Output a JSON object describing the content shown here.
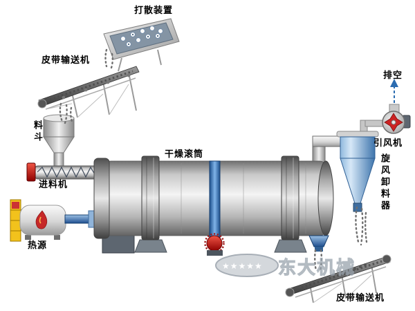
{
  "labels": {
    "scatter_device": "打散装置",
    "belt_conveyor_top": "皮带输送机",
    "hopper": "料斗",
    "feeder": "进料机",
    "heat_source": "热源",
    "drying_drum": "干燥滚筒",
    "cyclone_discharger": "旋风卸料器",
    "induced_draft_fan": "引风机",
    "exhaust": "排空",
    "belt_conveyor_bottom": "皮带输送机"
  },
  "watermark": {
    "text": "东大机械",
    "stars": "★★★★★"
  },
  "colors": {
    "flame_red": "#c62828",
    "gear_red": "#cc2222",
    "pipe_blue": "#2b5f9e",
    "cyclone_blue": "#4a80b8",
    "frame_yellow": "#f2c21c",
    "machine_gray": "#c8c8c8",
    "belt_dark": "#4a4a4a",
    "exhaust_arrow_blue": "#2b6cb0"
  }
}
